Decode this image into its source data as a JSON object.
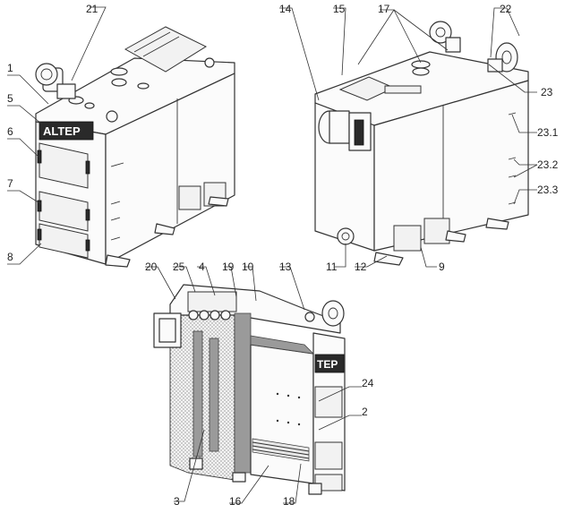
{
  "diagram": {
    "brand_label": "ALTEP",
    "brand_label_cutaway": "TEP",
    "callouts": {
      "c1": "1",
      "c2": "2",
      "c3": "3",
      "c4": "4",
      "c5": "5",
      "c6": "6",
      "c7": "7",
      "c8": "8",
      "c9": "9",
      "c10": "10",
      "c11": "11",
      "c12": "12",
      "c13": "13",
      "c14": "14",
      "c15": "15",
      "c16": "16",
      "c17": "17",
      "c18": "18",
      "c19": "19",
      "c20": "20",
      "c21": "21",
      "c22": "22",
      "c23": "23",
      "c23_1": "23.1",
      "c23_2": "23.2",
      "c23_3": "23.3",
      "c24": "24",
      "c25": "25"
    }
  }
}
